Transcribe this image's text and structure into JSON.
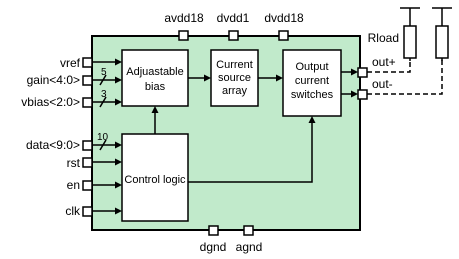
{
  "colors": {
    "chip_fill": "#c1eacb",
    "block_fill": "#ffffff",
    "stroke": "#000000"
  },
  "top_pins": [
    "avdd18",
    "dvdd1",
    "dvdd18"
  ],
  "bottom_pins": [
    "dgnd",
    "agnd"
  ],
  "left_pins": [
    "vref",
    "gain<4:0>",
    "vbias<2:0>",
    "data<9:0>",
    "rst",
    "en",
    "clk"
  ],
  "bus_widths": {
    "gain": "5",
    "vbias": "3",
    "data": "10"
  },
  "blocks": {
    "bias": [
      "Adjuastable",
      "bias"
    ],
    "current_source": [
      "Current",
      "source",
      "array"
    ],
    "output_switches": [
      "Output",
      "current",
      "switches"
    ],
    "control": "Control logic"
  },
  "outputs": [
    "out+",
    "out-"
  ],
  "load_label": "Rload"
}
